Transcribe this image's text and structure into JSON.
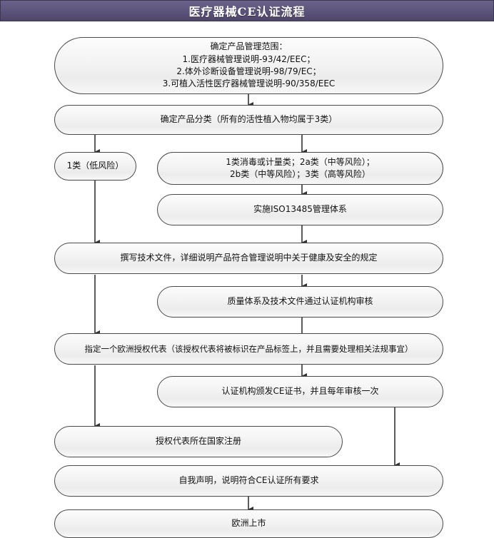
{
  "header": {
    "title": "医疗器械CE认证流程",
    "background_color": "#5f567e",
    "text_color": "#ffffff"
  },
  "diagram": {
    "type": "flowchart",
    "orientation": "top-to-bottom",
    "node_fill": "#f2f2f2",
    "node_border_color": "#4a4a4a",
    "connector_color": "#333333",
    "nodes": [
      {
        "id": "scope",
        "label": "确定产品管理范围：\n1.医疗器械管理说明-93/42/EEC；\n2.体外诊断设备管理说明-98/79/EC；\n3.可植入活性医疗器械管理说明-90/358/EEC"
      },
      {
        "id": "classify",
        "label": "确定产品分类（所有的活性植入物均属于3类）"
      },
      {
        "id": "class1",
        "label": "1类（低风险）"
      },
      {
        "id": "class-other",
        "label": "1类消毒或计量类；2a类（中等风险）；\n2b类（中等风险）；3类（高等风险）"
      },
      {
        "id": "iso13485",
        "label": "实施ISO13485管理体系"
      },
      {
        "id": "tech-file",
        "label": "撰写技术文件，详细说明产品符合管理说明中关于健康及安全的规定"
      },
      {
        "id": "audit",
        "label": "质量体系及技术文件通过认证机构审核"
      },
      {
        "id": "eu-rep",
        "label": "指定一个欧洲授权代表（该授权代表将被标识在产品标签上，并且需要处理相关法规事宜）"
      },
      {
        "id": "ce-cert",
        "label": "认证机构颁发CE证书，并且每年审核一次"
      },
      {
        "id": "register",
        "label": "授权代表所在国家注册"
      },
      {
        "id": "self-declare",
        "label": "自我声明，说明符合CE认证所有要求"
      },
      {
        "id": "market",
        "label": "欧洲上市"
      }
    ],
    "edges": [
      {
        "from": "scope",
        "to": "classify"
      },
      {
        "from": "classify",
        "to": "class1"
      },
      {
        "from": "classify",
        "to": "class-other"
      },
      {
        "from": "class-other",
        "to": "iso13485"
      },
      {
        "from": "class1",
        "to": "tech-file"
      },
      {
        "from": "iso13485",
        "to": "tech-file"
      },
      {
        "from": "tech-file",
        "to": "audit"
      },
      {
        "from": "tech-file",
        "to": "eu-rep"
      },
      {
        "from": "audit",
        "to": "ce-cert"
      },
      {
        "from": "eu-rep",
        "to": "register"
      },
      {
        "from": "ce-cert",
        "to": "self-declare"
      },
      {
        "from": "self-declare",
        "to": "market"
      }
    ]
  }
}
